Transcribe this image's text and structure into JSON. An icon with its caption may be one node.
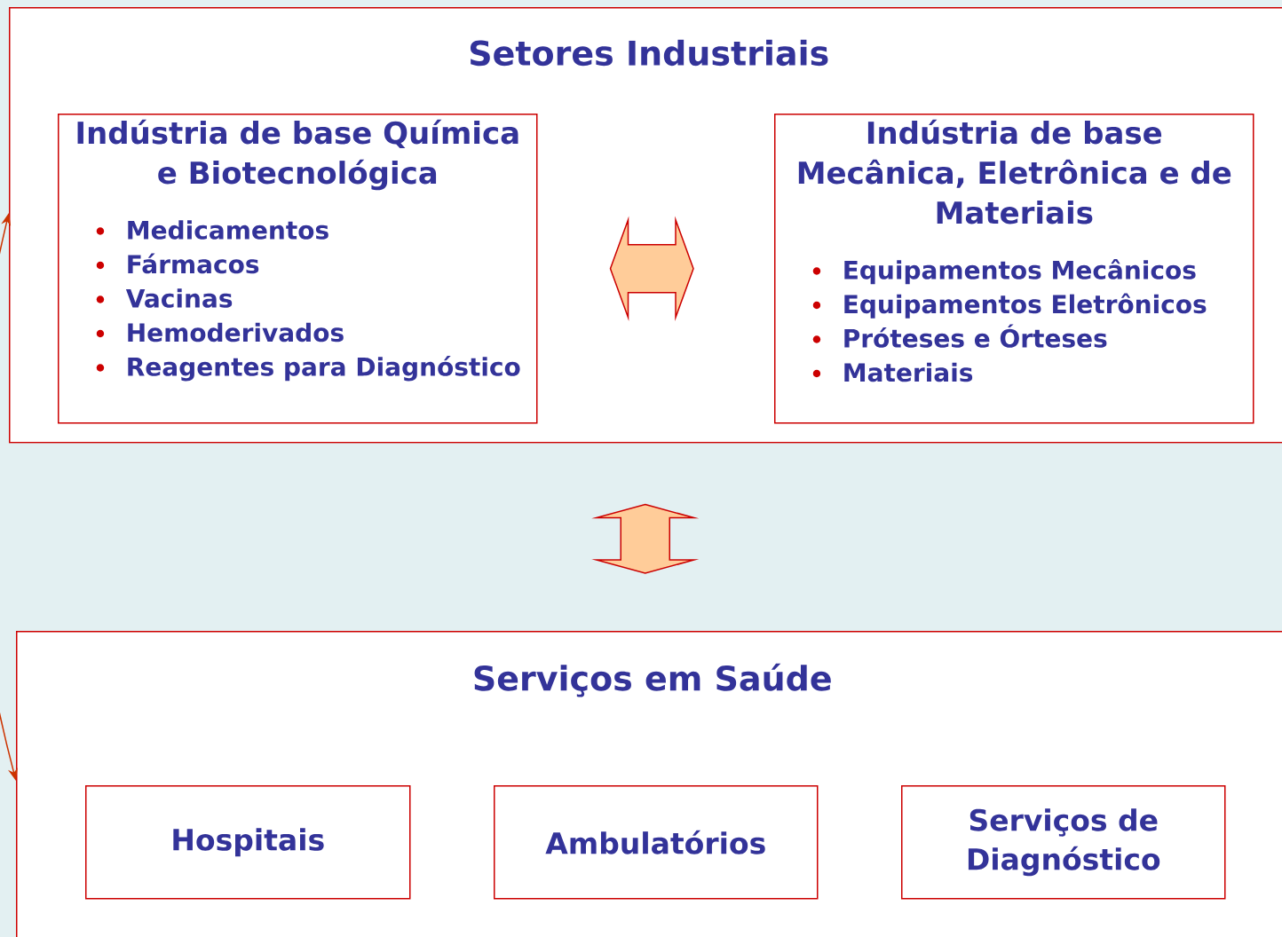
{
  "diagram": {
    "nodes": [
      {
        "text": [
          "Setores Industriais"
        ]
      },
      {
        "text": [
          "Indústria de base Química e Biotecnológica",
          "Medicamentos",
          "Fármacos",
          "Vacinas",
          "Hemoderivados",
          "Reagentes para Diagnóstico"
        ],
        "in": 0
      },
      {
        "text": [
          "Indústria de base Mecânica, Eletrônica e de Materiais",
          "Equipamentos Mecânicos",
          "Equipamentos Eletrônicos",
          "Próteses e Órteses",
          "Materiais"
        ],
        "in": 0
      },
      {
        "text": [
          "Serviços em Saúde"
        ]
      },
      {
        "text": [
          "Hospitais"
        ],
        "in": 3
      },
      {
        "text": [
          "Ambulatórios"
        ],
        "in": 3
      },
      {
        "text": [
          "Serviços de Diagnóstico"
        ],
        "in": 3
      }
    ],
    "edges": [
      {
        "from": 1,
        "to": 2,
        "arrow": "both"
      },
      {
        "from": 0,
        "to": 3,
        "arrow": "both"
      },
      {
        "from": 0,
        "to": 3,
        "arrow": "both",
        "color": "#cc3300"
      }
    ]
  }
}
